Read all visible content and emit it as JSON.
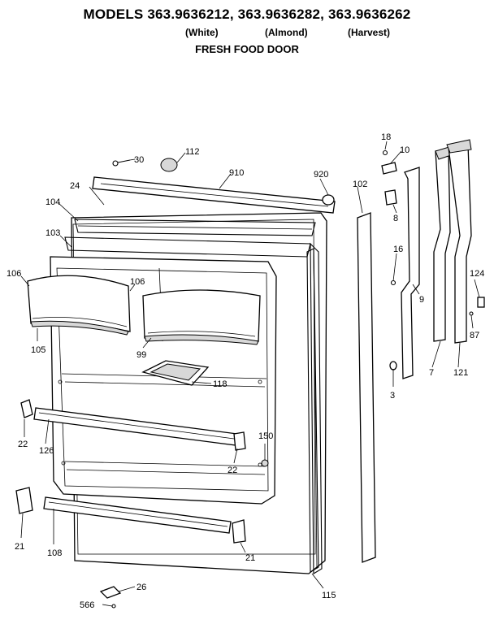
{
  "header": {
    "models": "MODELS 363.9636212, 363.9636282, 363.9636262",
    "variants": [
      "(White)",
      "(Almond)",
      "(Harvest)"
    ],
    "section": "FRESH FOOD DOOR"
  },
  "parts": {
    "p30": "30",
    "p112": "112",
    "p910": "910",
    "p920": "920",
    "p18": "18",
    "p10": "10",
    "p24": "24",
    "p104": "104",
    "p103": "103",
    "p102": "102",
    "p8": "8",
    "p16": "16",
    "p9": "9",
    "p124": "124",
    "p87": "87",
    "p106a": "106",
    "p106b": "106",
    "p105": "105",
    "p99": "99",
    "p118": "118",
    "p7": "7",
    "p121": "121",
    "p3": "3",
    "p22a": "22",
    "p126": "126",
    "p150": "150",
    "p22b": "22",
    "p21a": "21",
    "p108": "108",
    "p21b": "21",
    "p115": "115",
    "p26": "26",
    "p566": "566"
  }
}
